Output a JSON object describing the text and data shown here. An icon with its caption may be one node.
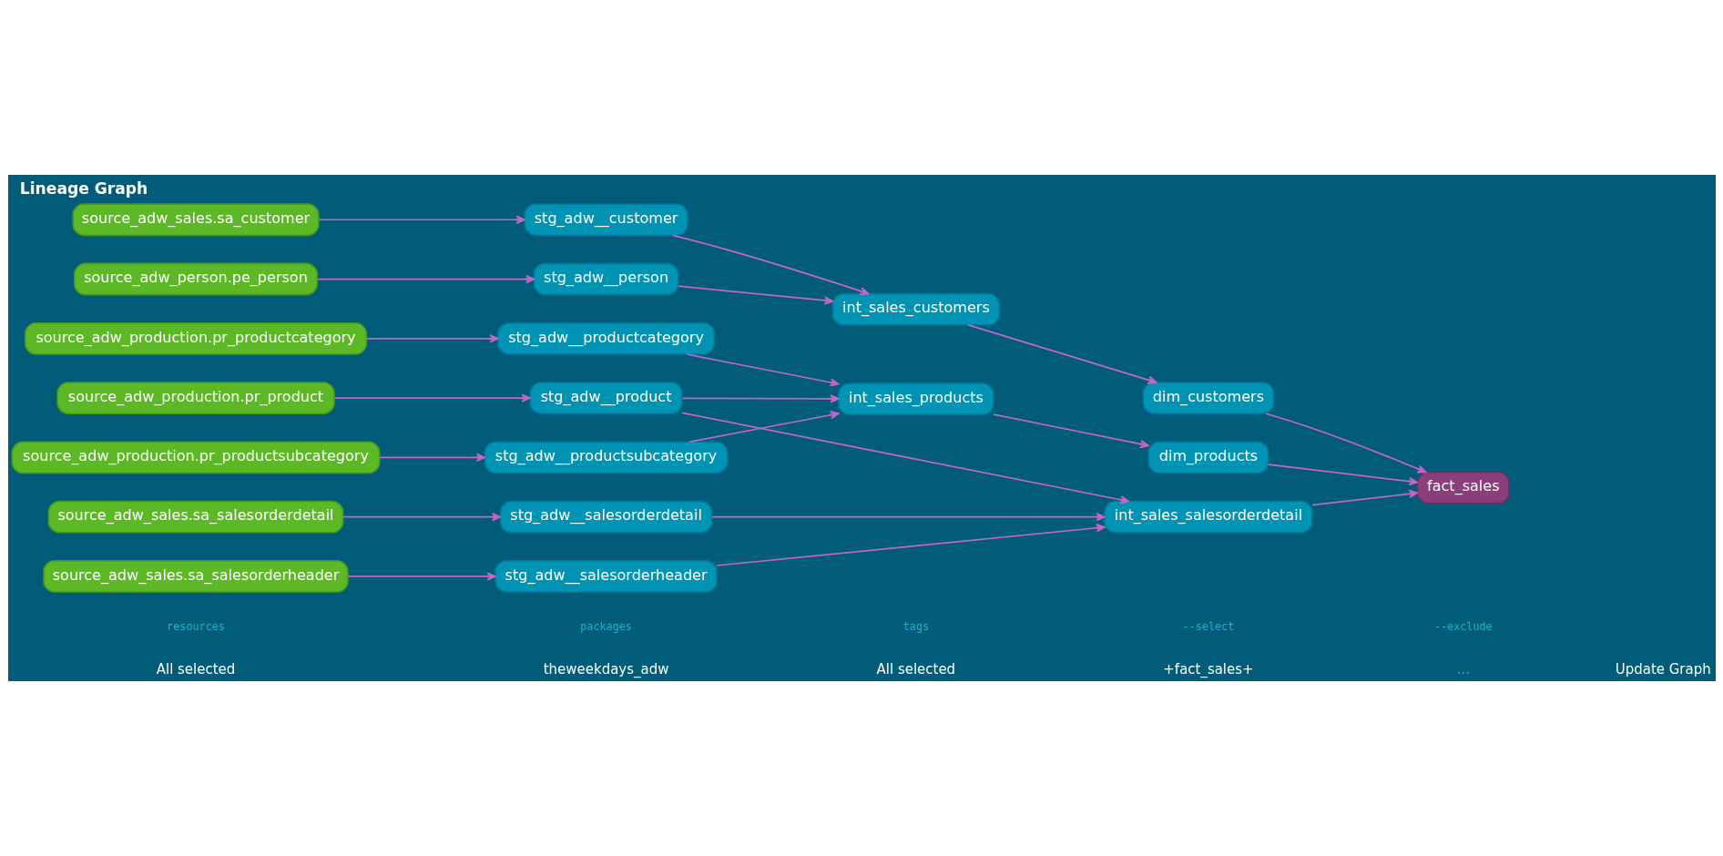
{
  "diagram": {
    "title": "Lineage Graph",
    "nodes": [
      {
        "text": [
          "source_adw_sales.sa_customer"
        ]
      },
      {
        "text": [
          "stg_adw__customer"
        ]
      },
      {
        "text": [
          "int_sales_customers"
        ]
      },
      {
        "text": [
          "dim_customers"
        ]
      },
      {
        "text": [
          "source_adw_person.pe_person"
        ]
      },
      {
        "text": [
          "stg_adw__person"
        ]
      },
      {
        "text": [
          "source_adw_production.pr_productcategory"
        ]
      },
      {
        "text": [
          "stg_adw__productcategory"
        ]
      },
      {
        "text": [
          "source_adw_production.pr_product"
        ]
      },
      {
        "text": [
          "stg_adw__product"
        ]
      },
      {
        "text": [
          "int_sales_products"
        ]
      },
      {
        "text": [
          "dim_products"
        ]
      },
      {
        "text": [
          "fact_sales"
        ]
      },
      {
        "text": [
          "source_adw_production.pr_productsubcategory"
        ]
      },
      {
        "text": [
          "stg_adw__productsubcategory"
        ]
      },
      {
        "text": [
          "source_adw_sales.sa_salesorderdetail"
        ]
      },
      {
        "text": [
          "stg_adw__salesorderdetail"
        ]
      },
      {
        "text": [
          "int_sales_salesorderdetail"
        ]
      },
      {
        "text": [
          "source_adw_sales.sa_salesorderheader"
        ]
      },
      {
        "text": [
          "stg_adw__salesorderheader"
        ]
      }
    ],
    "edges": [
      {
        "from": 0,
        "to": 1,
        "arrow": "to"
      },
      {
        "from": 4,
        "to": 5,
        "arrow": "to"
      },
      {
        "from": 6,
        "to": 7,
        "arrow": "to"
      },
      {
        "from": 8,
        "to": 9,
        "arrow": "to"
      },
      {
        "from": 13,
        "to": 14,
        "arrow": "to"
      },
      {
        "from": 15,
        "to": 16,
        "arrow": "to"
      },
      {
        "from": 18,
        "to": 19,
        "arrow": "to"
      },
      {
        "from": 1,
        "to": 2,
        "arrow": "to"
      },
      {
        "from": 5,
        "to": 2,
        "arrow": "to"
      },
      {
        "from": 7,
        "to": 10,
        "arrow": "to"
      },
      {
        "from": 9,
        "to": 10,
        "arrow": "to"
      },
      {
        "from": 14,
        "to": 10,
        "arrow": "to"
      },
      {
        "from": 9,
        "to": 17,
        "arrow": "to"
      },
      {
        "from": 16,
        "to": 17,
        "arrow": "to"
      },
      {
        "from": 19,
        "to": 17,
        "arrow": "to"
      },
      {
        "from": 2,
        "to": 3,
        "arrow": "to"
      },
      {
        "from": 10,
        "to": 11,
        "arrow": "to"
      },
      {
        "from": 3,
        "to": 12,
        "arrow": "to"
      },
      {
        "from": 11,
        "to": 12,
        "arrow": "to"
      },
      {
        "from": 17,
        "to": 12,
        "arrow": "to"
      }
    ],
    "labels": [
      "resources",
      "All selected",
      "packages",
      "theweekdays_adw",
      "tags",
      "All selected",
      "--select",
      "+fact_sales+",
      "--exclude",
      "...",
      "Update Graph"
    ]
  }
}
